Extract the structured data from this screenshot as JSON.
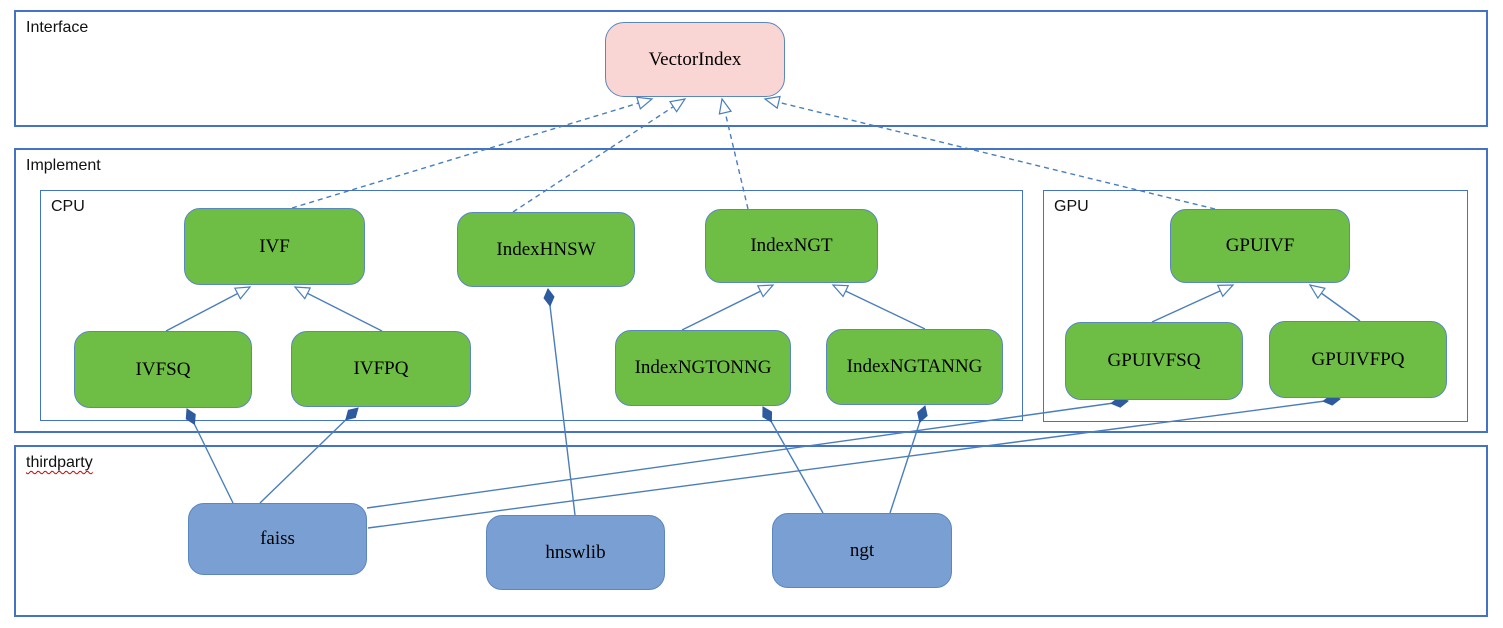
{
  "diagram": {
    "sections": {
      "interface": {
        "label": "Interface"
      },
      "implement": {
        "label": "Implement"
      },
      "cpu": {
        "label": "CPU"
      },
      "gpu": {
        "label": "GPU"
      },
      "thirdparty": {
        "label": "thirdparty"
      }
    },
    "nodes": {
      "vectorindex": {
        "label": "VectorIndex",
        "type": "interface"
      },
      "ivf": {
        "label": "IVF",
        "type": "class"
      },
      "indexhnsw": {
        "label": "IndexHNSW",
        "type": "class"
      },
      "indexngt": {
        "label": "IndexNGT",
        "type": "class"
      },
      "gpuivf": {
        "label": "GPUIVF",
        "type": "class"
      },
      "ivfsq": {
        "label": "IVFSQ",
        "type": "class"
      },
      "ivfpq": {
        "label": "IVFPQ",
        "type": "class"
      },
      "indexngtonng": {
        "label": "IndexNGTONNG",
        "type": "class"
      },
      "indexngtanng": {
        "label": "IndexNGTANNG",
        "type": "class"
      },
      "gpuivfsq": {
        "label": "GPUIVFSQ",
        "type": "class"
      },
      "gpuivfpq": {
        "label": "GPUIVFPQ",
        "type": "class"
      },
      "faiss": {
        "label": "faiss",
        "type": "thirdparty-lib"
      },
      "hnswlib": {
        "label": "hnswlib",
        "type": "thirdparty-lib"
      },
      "ngt": {
        "label": "ngt",
        "type": "thirdparty-lib"
      }
    },
    "relationships": {
      "realization_dashed_hollow_arrow": [
        {
          "from": "IVF",
          "to": "VectorIndex"
        },
        {
          "from": "IndexHNSW",
          "to": "VectorIndex"
        },
        {
          "from": "IndexNGT",
          "to": "VectorIndex"
        },
        {
          "from": "GPUIVF",
          "to": "VectorIndex"
        }
      ],
      "inheritance_solid_hollow_arrow": [
        {
          "from": "IVFSQ",
          "to": "IVF"
        },
        {
          "from": "IVFPQ",
          "to": "IVF"
        },
        {
          "from": "IndexNGTONNG",
          "to": "IndexNGT"
        },
        {
          "from": "IndexNGTANNG",
          "to": "IndexNGT"
        },
        {
          "from": "GPUIVFSQ",
          "to": "GPUIVF"
        },
        {
          "from": "GPUIVFPQ",
          "to": "GPUIVF"
        }
      ],
      "composition_solid_filled_diamond": [
        {
          "from": "faiss",
          "to": "IVFSQ"
        },
        {
          "from": "faiss",
          "to": "IVFPQ"
        },
        {
          "from": "faiss",
          "to": "GPUIVFSQ"
        },
        {
          "from": "faiss",
          "to": "GPUIVFPQ"
        },
        {
          "from": "hnswlib",
          "to": "IndexHNSW"
        },
        {
          "from": "ngt",
          "to": "IndexNGTONNG"
        },
        {
          "from": "ngt",
          "to": "IndexNGTANNG"
        }
      ]
    },
    "colors": {
      "interface_node_fill": "#f9d6d4",
      "class_node_fill": "#6ebe46",
      "thirdparty_node_fill": "#7a9fd2",
      "node_border": "#5b87bf",
      "container_border": "#4472c4",
      "connector_line": "#4a7ebb",
      "diamond_fill": "#2e5b9f",
      "spellcheck_underline": "#cc0000",
      "text": "#000000"
    }
  }
}
